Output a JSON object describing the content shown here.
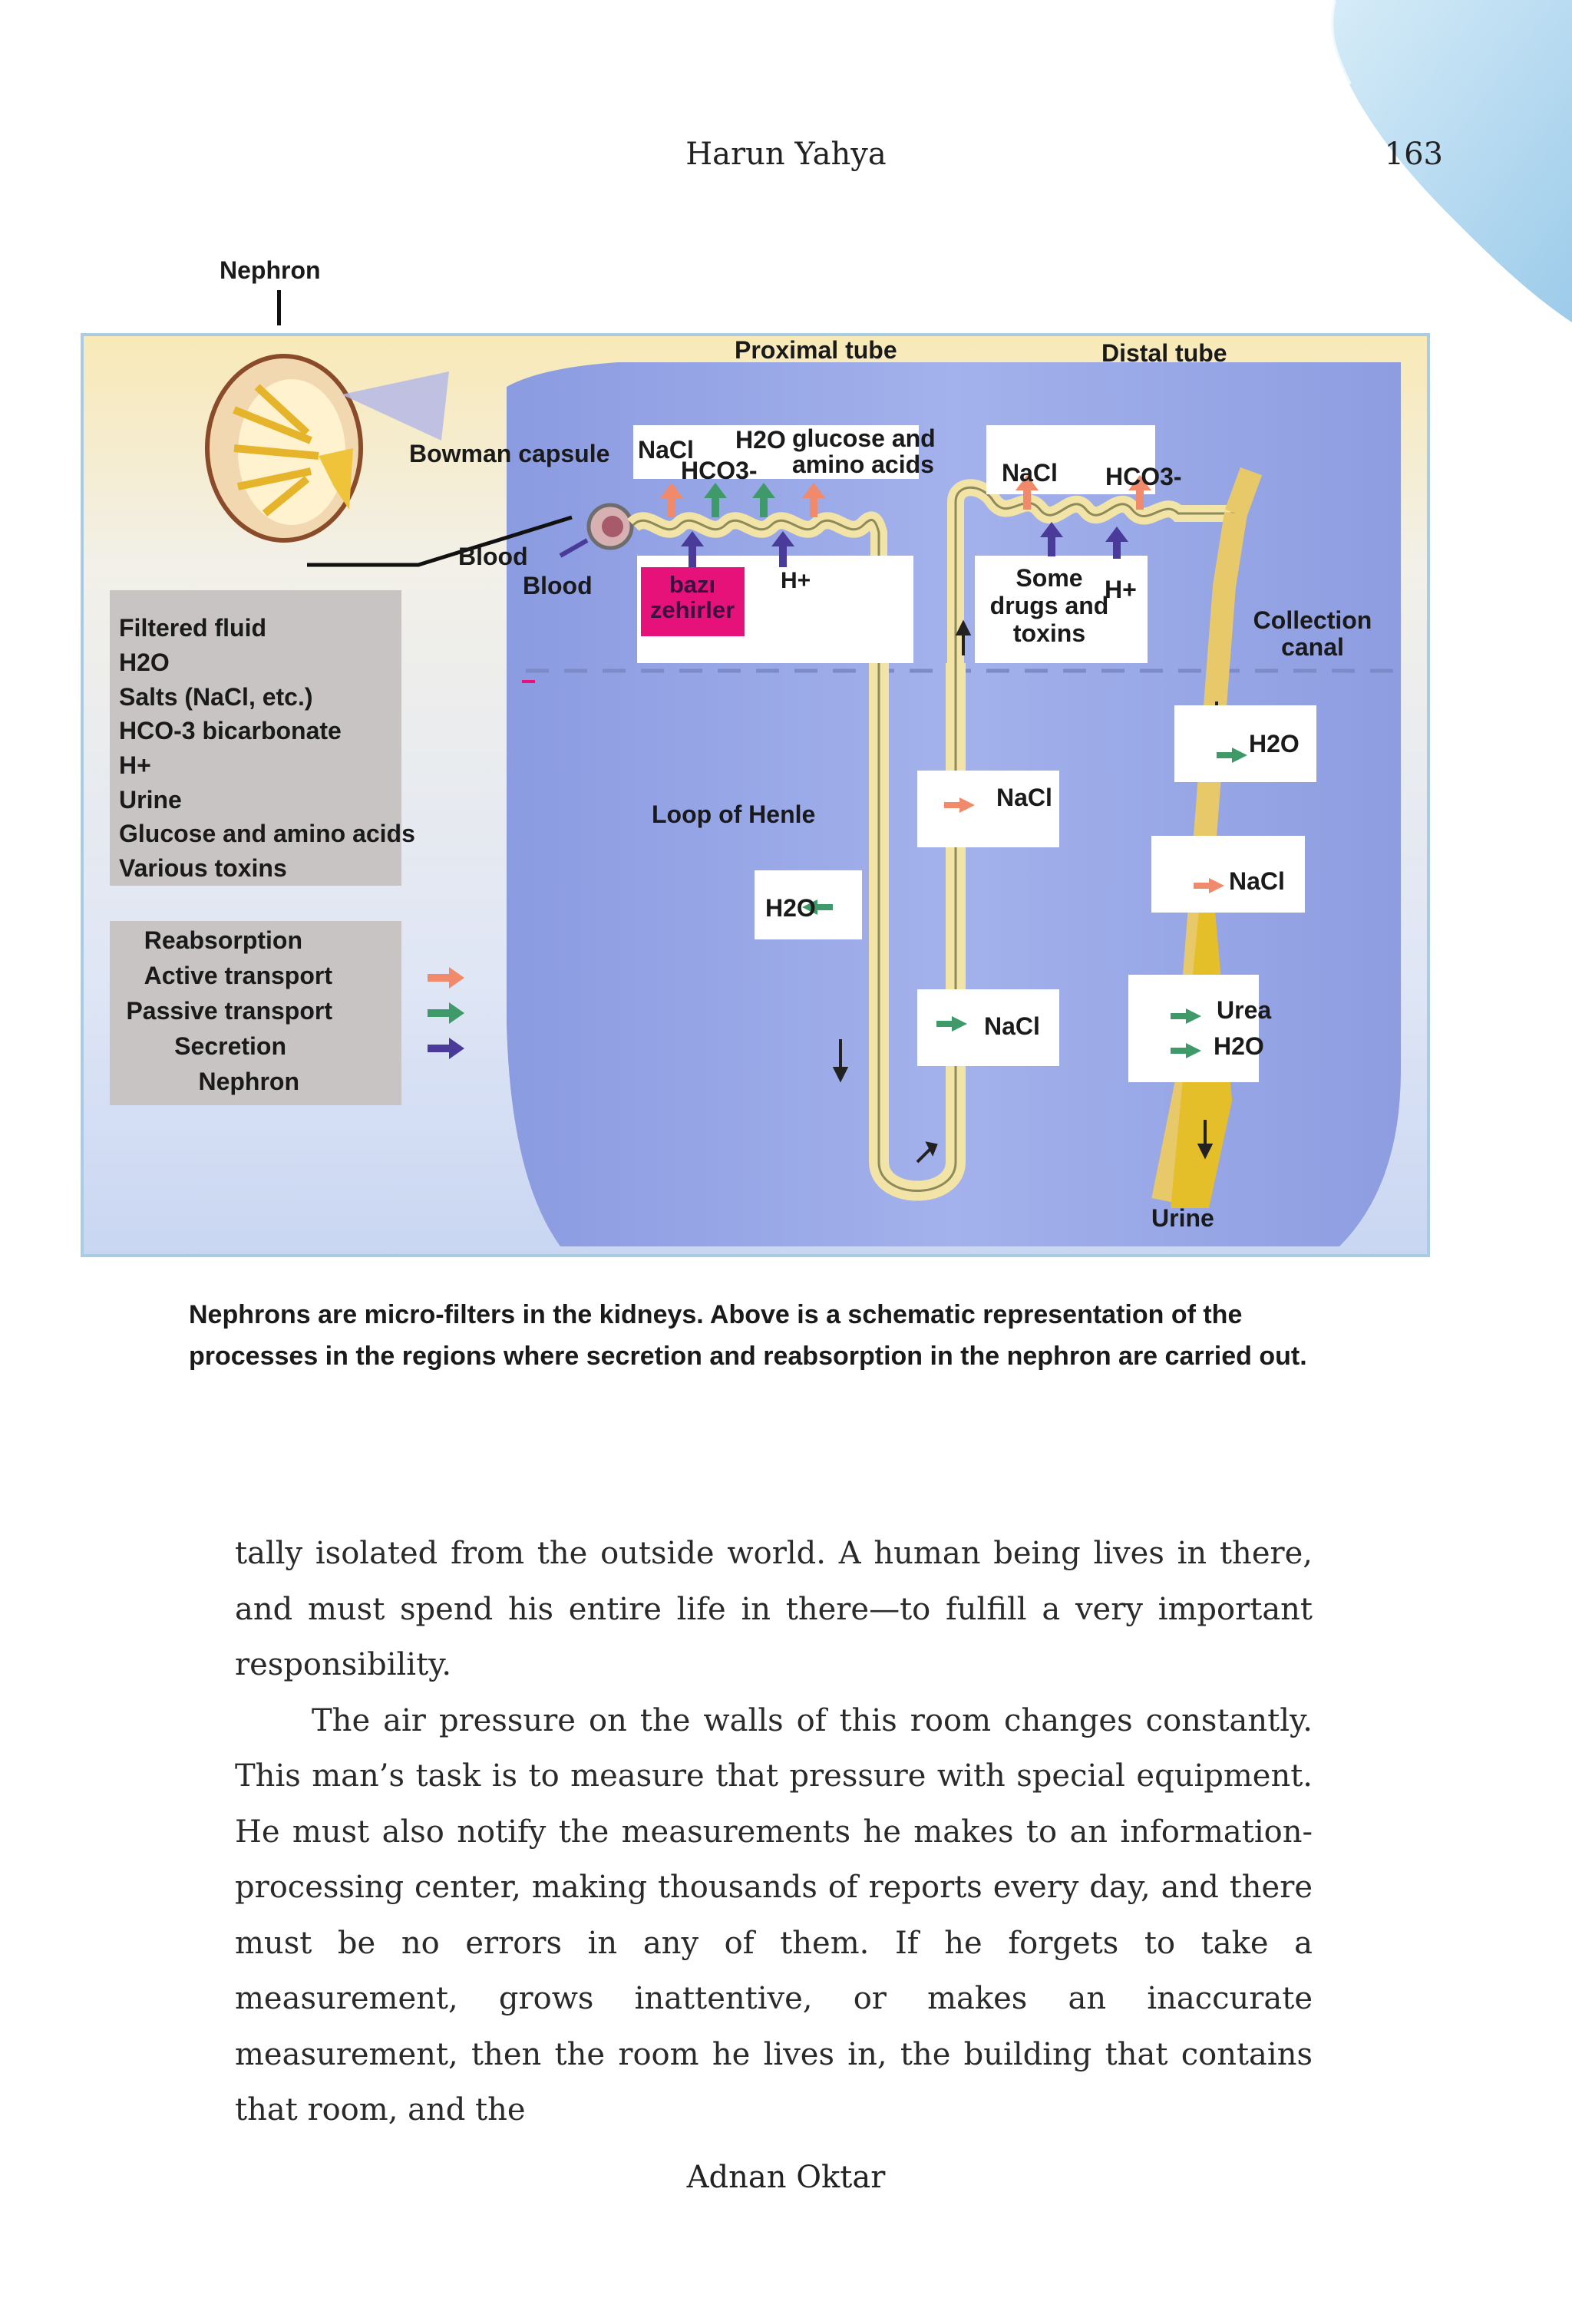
{
  "header": {
    "author": "Harun Yahya",
    "page_number": "163"
  },
  "figure": {
    "nephron_label": "Nephron",
    "top_labels": {
      "proximal": "Proximal tube",
      "distal": "Distal tube"
    },
    "bowman": "Bowman capsule",
    "blood_1": "Blood",
    "blood_2": "Blood",
    "proximal": {
      "nacl": "NaCl",
      "h2o": "H2O",
      "hco3": "HCO3-",
      "glucose_1": "glucose and",
      "glucose_2": "amino acids",
      "toxins_1": "bazı",
      "toxins_2": "zehirler",
      "h_plus": "H+"
    },
    "distal": {
      "nacl": "NaCl",
      "hco3": "HCO3-",
      "drugs_1": "Some",
      "drugs_2": "drugs and",
      "drugs_3": "toxins",
      "h_plus": "H+"
    },
    "collection_1": "Collection",
    "collection_2": "canal",
    "loop": "Loop of Henle",
    "loop_h2o": "H2O",
    "loop_nacl_1": "NaCl",
    "loop_nacl_2": "NaCl",
    "duct_h2o_1": "H2O",
    "duct_nacl": "NaCl",
    "duct_urea": "Urea",
    "duct_h2o_2": "H2O",
    "urine": "Urine",
    "legend_fluid": [
      "Filtered fluid",
      "H2O",
      "Salts (NaCl, etc.)",
      "HCO-3 bicarbonate",
      "H+",
      "Urine",
      "Glucose and amino acids",
      "Various toxins"
    ],
    "legend_transport": {
      "reabsorption": "Reabsorption",
      "active": "Active transport",
      "passive": "Passive transport",
      "secretion": "Secretion",
      "nephron": "Nephron"
    },
    "colors": {
      "active": "#f08a6a",
      "passive": "#3f9a6a",
      "secretion": "#4a3a9a",
      "toxin_box": "#e6127a",
      "tube": "#e8c96a"
    }
  },
  "caption": "Nephrons are micro-filters in the kidneys. Above is a schematic representation of the processes in the regions where secretion and reabsorption in the nephron are carried out.",
  "body": [
    "tally isolated from the outside world. A human being lives in there, and must spend his entire life in there—to fulfill a very important responsibility.",
    "The air pressure on the walls of this room changes constantly. This man’s task is to measure that pressure with special equipment. He must also notify the measurements he makes to an information-processing center, making thousands of reports every day, and there must be no errors in any of them. If he forgets to take a measurement, grows inattentive, or makes an inaccurate measurement, then the room he lives in, the building that contains that room, and the"
  ],
  "footer": {
    "name": "Adnan Oktar"
  }
}
